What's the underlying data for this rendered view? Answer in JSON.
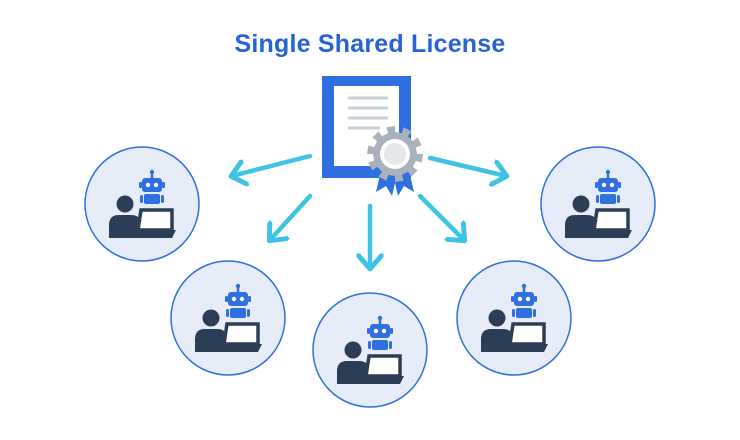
{
  "title": "Single Shared License",
  "colors": {
    "title": "#2563d6",
    "certificate": "#2f6fe0",
    "certificate_paper": "#ffffff",
    "certificate_lines": "#c9cfd8",
    "gear": "#a9b1bd",
    "ribbon": "#2f6fe0",
    "arrow": "#3ec3e4",
    "circle_fill": "#e6edf8",
    "circle_stroke": "#2f6fe0",
    "person": "#2b3e55",
    "robot": "#2f6fe0",
    "laptop_screen": "#ffffff"
  },
  "icons": {
    "license": "certificate-gear-icon",
    "user": "person-laptop-robot-icon",
    "arrow": "arrow-icon"
  },
  "users": [
    {
      "id": "user-1"
    },
    {
      "id": "user-2"
    },
    {
      "id": "user-3"
    },
    {
      "id": "user-4"
    },
    {
      "id": "user-5"
    }
  ]
}
